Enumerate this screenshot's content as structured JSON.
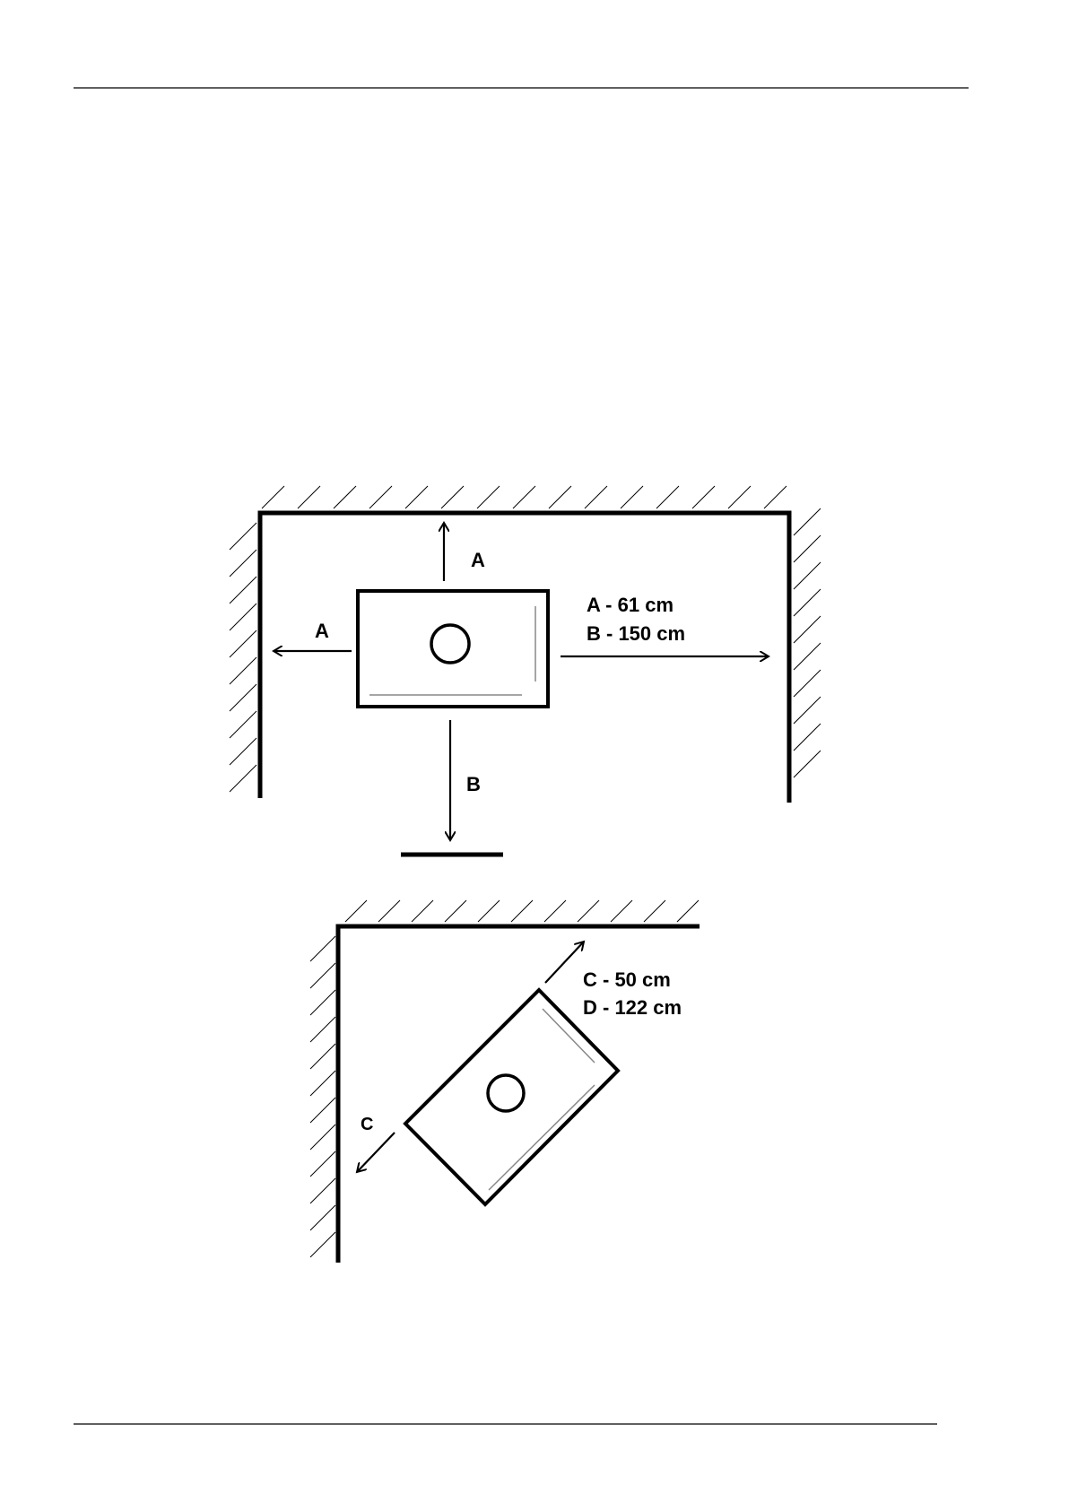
{
  "diagram1": {
    "arrow_up_label": "A",
    "arrow_left_label": "A",
    "arrow_down_label": "B",
    "legend_line1": "A - 61 cm",
    "legend_line2": "B - 150 cm"
  },
  "diagram2": {
    "arrow_label": "C",
    "legend_line1": "C - 50 cm",
    "legend_line2": "D - 122 cm"
  },
  "colors": {
    "ink": "#000000",
    "thin_line": "#888888",
    "background": "#ffffff"
  }
}
